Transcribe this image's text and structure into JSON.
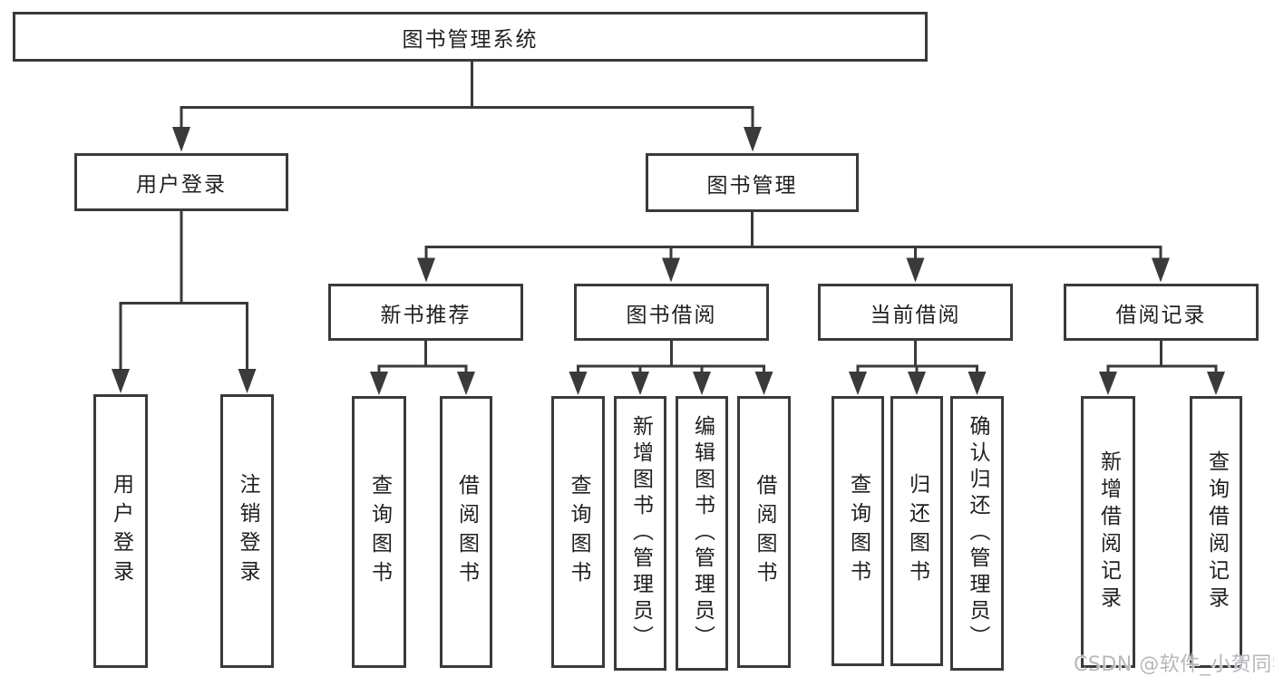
{
  "diagram": {
    "title": "图书管理系统",
    "type": "hierarchy-tree",
    "colors": {
      "line": "#3a3a3a",
      "text": "#1f1f1f",
      "background": "#ffffff",
      "watermark": "#b5b8bc"
    },
    "watermark": "CSDN @软件_小贺同学"
  },
  "nodes": {
    "root": {
      "label": "图书管理系统"
    },
    "user_login": {
      "label": "用户登录"
    },
    "book_manage": {
      "label": "图书管理"
    },
    "new_book_rec": {
      "label": "新书推荐"
    },
    "book_borrow": {
      "label": "图书借阅"
    },
    "current_borrow": {
      "label": "当前借阅"
    },
    "borrow_record": {
      "label": "借阅记录"
    },
    "leaf_user_login": {
      "label": "用户登录"
    },
    "leaf_logout": {
      "label": "注销登录"
    },
    "leaf_nb_query": {
      "label": "查询图书"
    },
    "leaf_nb_borrow": {
      "label": "借阅图书"
    },
    "leaf_bb_query": {
      "label": "查询图书"
    },
    "leaf_bb_add": {
      "label": "新增图书（管理员）"
    },
    "leaf_bb_edit": {
      "label": "编辑图书（管理员）"
    },
    "leaf_bb_borrow": {
      "label": "借阅图书"
    },
    "leaf_cb_query": {
      "label": "查询图书"
    },
    "leaf_cb_return": {
      "label": "归还图书"
    },
    "leaf_cb_confirm": {
      "label": "确认归还（管理员）"
    },
    "leaf_br_add": {
      "label": "新增借阅记录"
    },
    "leaf_br_query": {
      "label": "查询借阅记录"
    }
  },
  "hierarchy": {
    "label": "图书管理系统",
    "children": [
      {
        "label": "用户登录",
        "children": [
          {
            "label": "用户登录"
          },
          {
            "label": "注销登录"
          }
        ]
      },
      {
        "label": "图书管理",
        "children": [
          {
            "label": "新书推荐",
            "children": [
              {
                "label": "查询图书"
              },
              {
                "label": "借阅图书"
              }
            ]
          },
          {
            "label": "图书借阅",
            "children": [
              {
                "label": "查询图书"
              },
              {
                "label": "新增图书（管理员）"
              },
              {
                "label": "编辑图书（管理员）"
              },
              {
                "label": "借阅图书"
              }
            ]
          },
          {
            "label": "当前借阅",
            "children": [
              {
                "label": "查询图书"
              },
              {
                "label": "归还图书"
              },
              {
                "label": "确认归还（管理员）"
              }
            ]
          },
          {
            "label": "借阅记录",
            "children": [
              {
                "label": "新增借阅记录"
              },
              {
                "label": "查询借阅记录"
              }
            ]
          }
        ]
      }
    ]
  }
}
